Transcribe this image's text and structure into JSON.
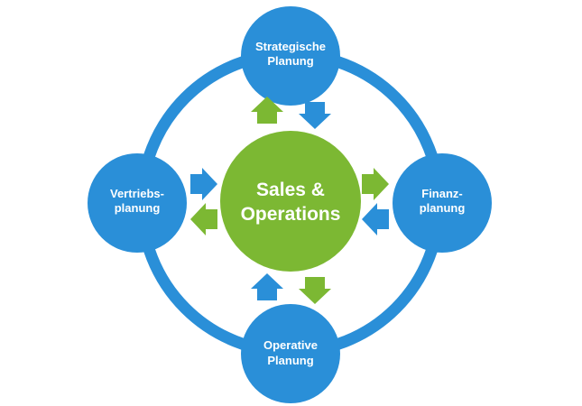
{
  "colors": {
    "blue": "#2a8fd8",
    "green": "#7cb833",
    "text": "#ffffff",
    "background": "#ffffff"
  },
  "diagram": {
    "center": {
      "line1": "Sales &",
      "line2": "Operations"
    },
    "top": {
      "line1": "Strategische",
      "line2": "Planung"
    },
    "right": {
      "line1": "Finanz-",
      "line2": "planung"
    },
    "bottom": {
      "line1": "Operative",
      "line2": "Planung"
    },
    "left": {
      "line1": "Vertriebs-",
      "line2": "planung"
    }
  },
  "arrows": [
    {
      "name": "arrow-top-up",
      "direction": "up",
      "color": "green"
    },
    {
      "name": "arrow-top-down",
      "direction": "down",
      "color": "blue"
    },
    {
      "name": "arrow-right-out",
      "direction": "right",
      "color": "green"
    },
    {
      "name": "arrow-right-in",
      "direction": "left",
      "color": "blue"
    },
    {
      "name": "arrow-bottom-up",
      "direction": "up",
      "color": "blue"
    },
    {
      "name": "arrow-bottom-down",
      "direction": "down",
      "color": "green"
    },
    {
      "name": "arrow-left-in",
      "direction": "right",
      "color": "blue"
    },
    {
      "name": "arrow-left-out",
      "direction": "left",
      "color": "green"
    }
  ]
}
